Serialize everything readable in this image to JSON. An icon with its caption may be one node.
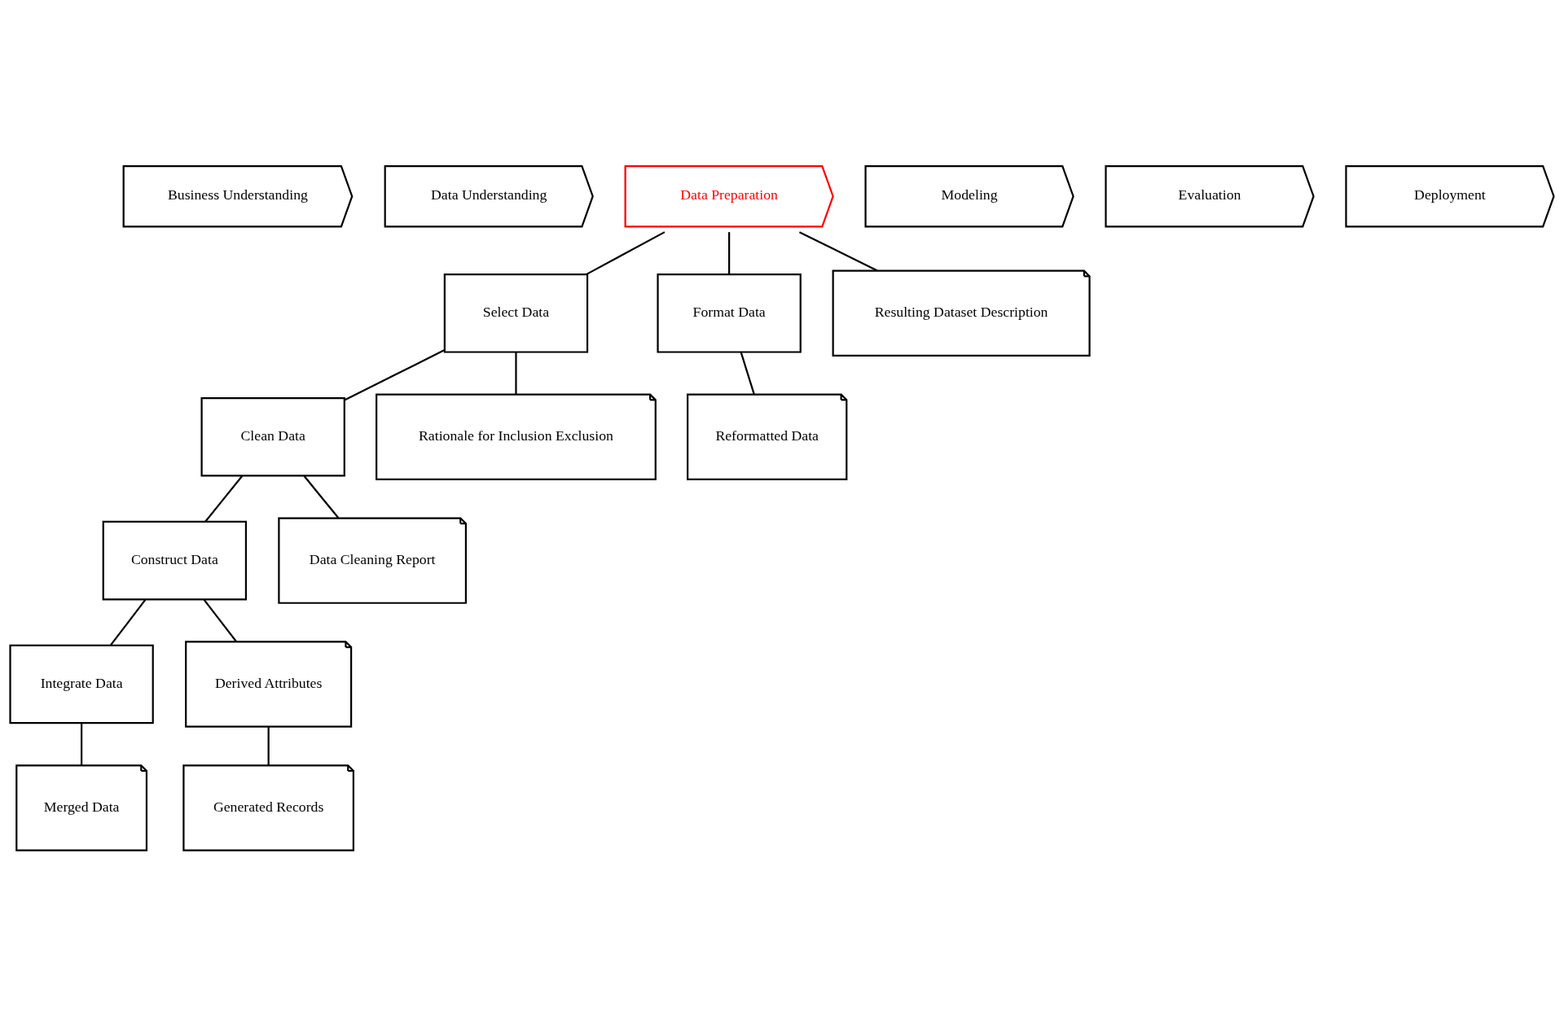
{
  "diagram": {
    "nodes": [
      {
        "text": [
          "Business Understanding"
        ]
      },
      {
        "text": [
          "Data Understanding"
        ]
      },
      {
        "text": [
          "Data Preparation"
        ]
      },
      {
        "text": [
          "Modeling"
        ]
      },
      {
        "text": [
          "Evaluation"
        ]
      },
      {
        "text": [
          "Deployment"
        ]
      },
      {
        "text": [
          "Select Data"
        ]
      },
      {
        "text": [
          "Clean Data"
        ]
      },
      {
        "text": [
          "Construct Data"
        ]
      },
      {
        "text": [
          "Integrate Data"
        ]
      },
      {
        "text": [
          "Format Data"
        ]
      },
      {
        "text": [
          "Rationale for Inclusion Exclusion"
        ]
      },
      {
        "text": [
          "Data Cleaning Report"
        ]
      },
      {
        "text": [
          "Derived Attributes"
        ]
      },
      {
        "text": [
          "Generated Records"
        ]
      },
      {
        "text": [
          "Merged Data"
        ]
      },
      {
        "text": [
          "Reformatted Data"
        ]
      },
      {
        "text": [
          "Resulting Dataset Description"
        ]
      }
    ],
    "edges": [
      {
        "from": 2,
        "to": 6,
        "arrow": "none"
      },
      {
        "from": 2,
        "to": 10,
        "arrow": "none"
      },
      {
        "from": 2,
        "to": 17,
        "arrow": "none"
      },
      {
        "from": 6,
        "to": 7,
        "arrow": "none"
      },
      {
        "from": 7,
        "to": 8,
        "arrow": "none"
      },
      {
        "from": 8,
        "to": 9,
        "arrow": "none"
      },
      {
        "from": 6,
        "to": 11,
        "arrow": "none"
      },
      {
        "from": 7,
        "to": 12,
        "arrow": "none"
      },
      {
        "from": 8,
        "to": 13,
        "arrow": "none"
      },
      {
        "from": 13,
        "to": 14,
        "arrow": "none"
      },
      {
        "from": 9,
        "to": 15,
        "arrow": "none"
      },
      {
        "from": 10,
        "to": 16,
        "arrow": "none"
      }
    ]
  }
}
